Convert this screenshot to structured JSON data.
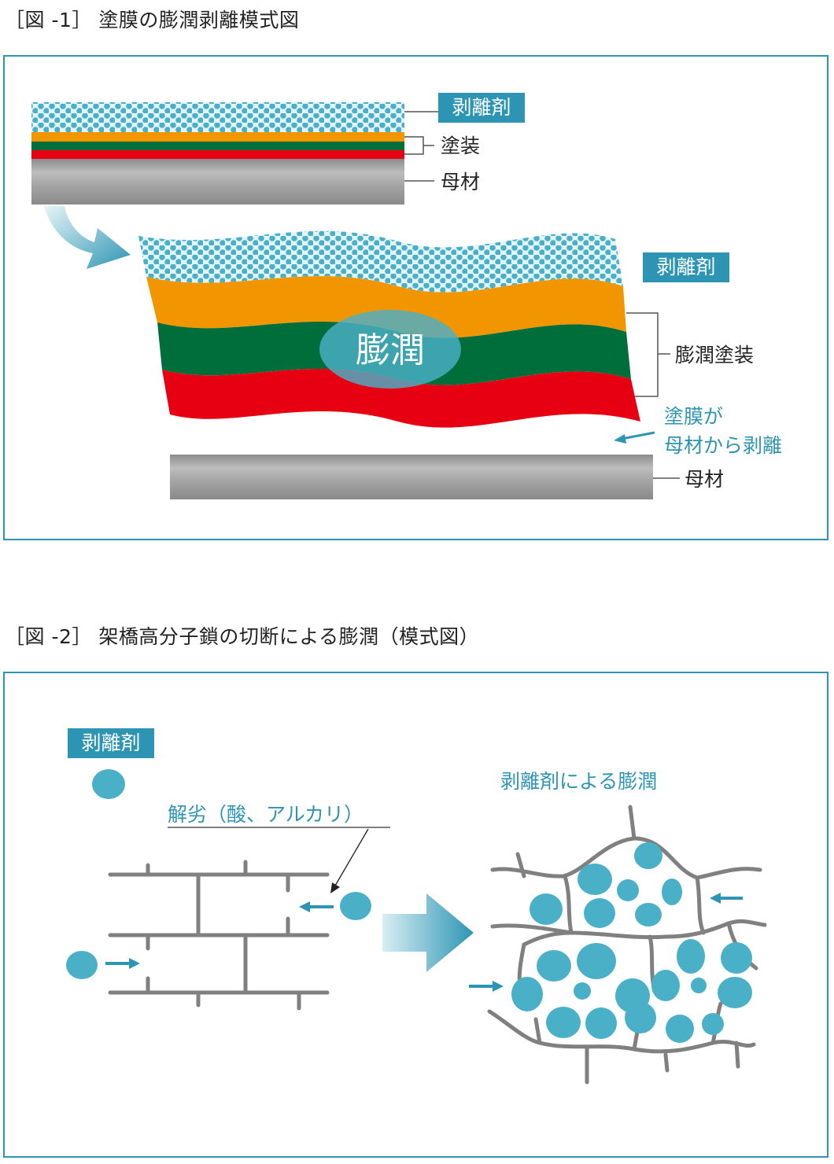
{
  "fig1": {
    "caption": "［図 -1］ 塗膜の膨潤剥離模式図",
    "label_release_agent": "剥離剤",
    "label_coating": "塗装",
    "label_substrate": "母材",
    "label_release_agent_2": "剥離剤",
    "label_swelling": "膨潤",
    "label_swollen_coating": "膨潤塗装",
    "label_peel_line1": "塗膜が",
    "label_peel_line2": "母材から剥離",
    "label_substrate_2": "母材"
  },
  "fig2": {
    "caption": "［図 -2］ 架橋高分子鎖の切断による膨潤（模式図）",
    "label_release_agent": "剥離剤",
    "label_degradation": "解劣（酸、アルカリ）",
    "label_swelling_by_agent": "剥離剤による膨潤"
  },
  "colors": {
    "accent": "#2d95b3",
    "dot": "#4ab0c8",
    "orange": "#f29600",
    "green": "#006e3b",
    "red": "#e60012",
    "gray": "#9a9a9a",
    "line": "#808080"
  }
}
